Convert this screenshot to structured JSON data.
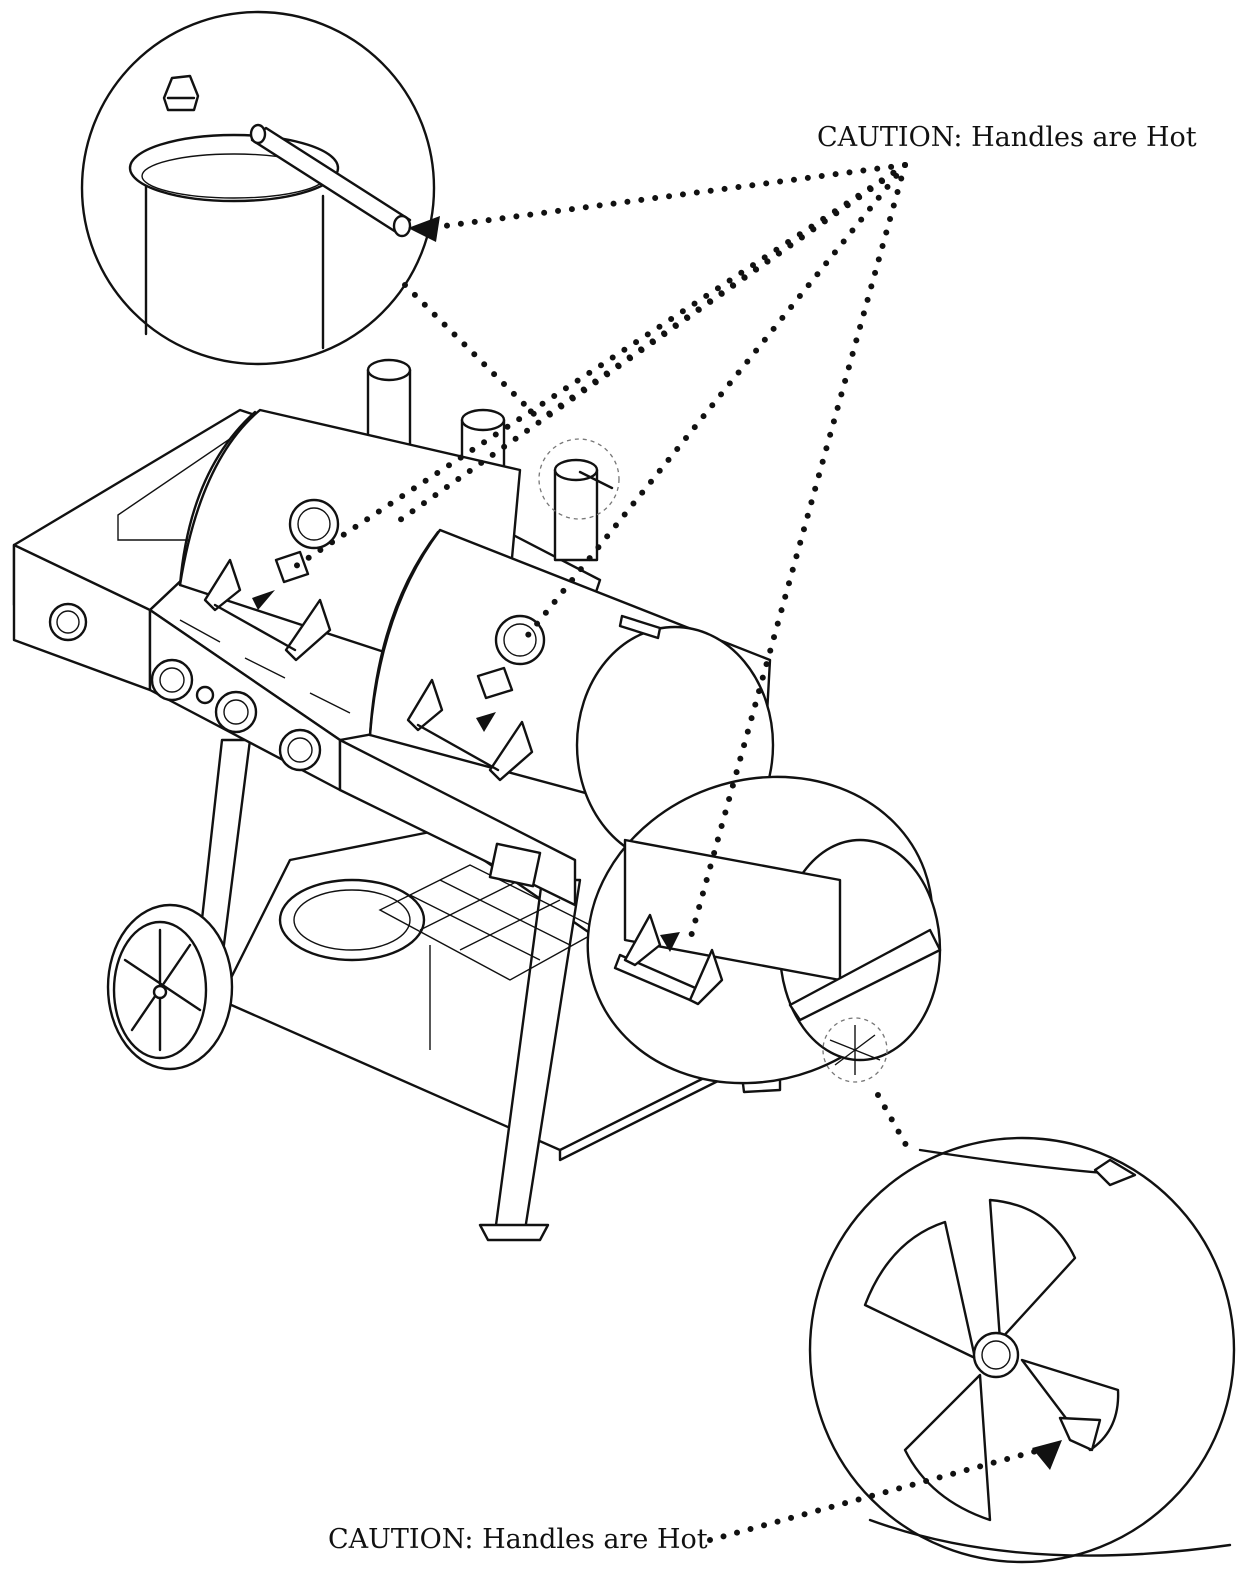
{
  "callouts": {
    "top_label": "CAUTION: Handles are Hot",
    "bottom_label": "CAUTION: Handles are Hot"
  },
  "colors": {
    "line": "#111111",
    "background": "#ffffff",
    "detail_circle": "#777777"
  },
  "icons": {
    "top_detail": "chimney-lid-handle-detail",
    "bottom_detail": "air-damper-vent-detail"
  }
}
